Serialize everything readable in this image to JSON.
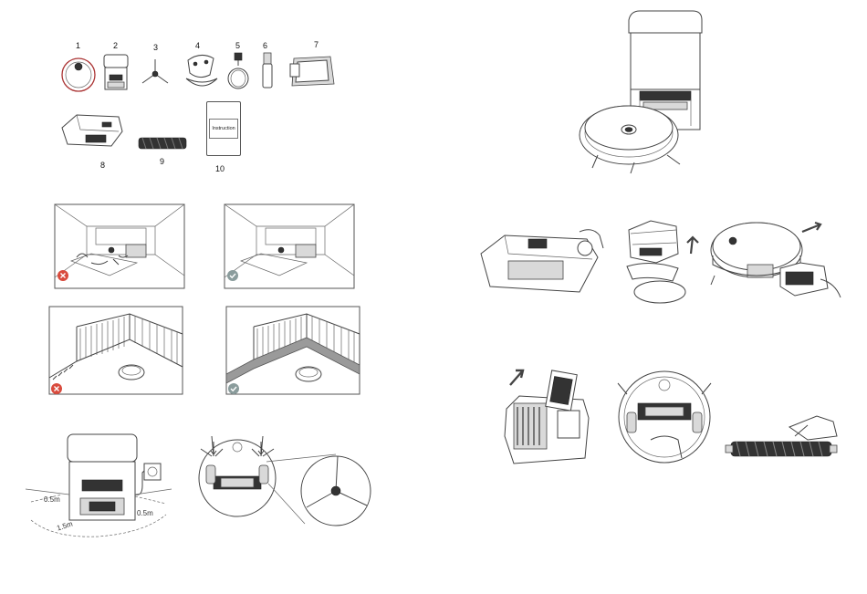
{
  "parts": {
    "items": [
      {
        "number": "1"
      },
      {
        "number": "2"
      },
      {
        "number": "3"
      },
      {
        "number": "4"
      },
      {
        "number": "5"
      },
      {
        "number": "6"
      },
      {
        "number": "7"
      },
      {
        "number": "8"
      },
      {
        "number": "9"
      },
      {
        "number": "10"
      }
    ],
    "manual_label": "Instruction"
  },
  "placement": {
    "distance_side_left": "0.5m",
    "distance_front": "1.5m",
    "distance_side_right": "0.5m"
  },
  "colors": {
    "wrong_badge": "#d94b3d",
    "correct_badge": "#8a9c9c",
    "line_art": "#444444",
    "barrier_strip": "#9a9a9a"
  },
  "icons": {
    "wrong": "cross-icon",
    "correct": "check-icon",
    "direction": "arrow-icon"
  }
}
